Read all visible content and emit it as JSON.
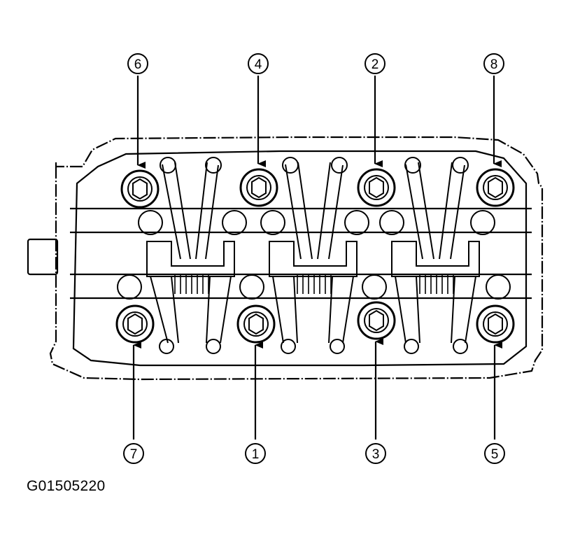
{
  "figure_code": "G01505220",
  "callouts": {
    "top": [
      "6",
      "4",
      "2",
      "8"
    ],
    "bottom": [
      "7",
      "1",
      "3",
      "5"
    ]
  },
  "colors": {
    "ink": "#000000",
    "paper": "#ffffff"
  }
}
